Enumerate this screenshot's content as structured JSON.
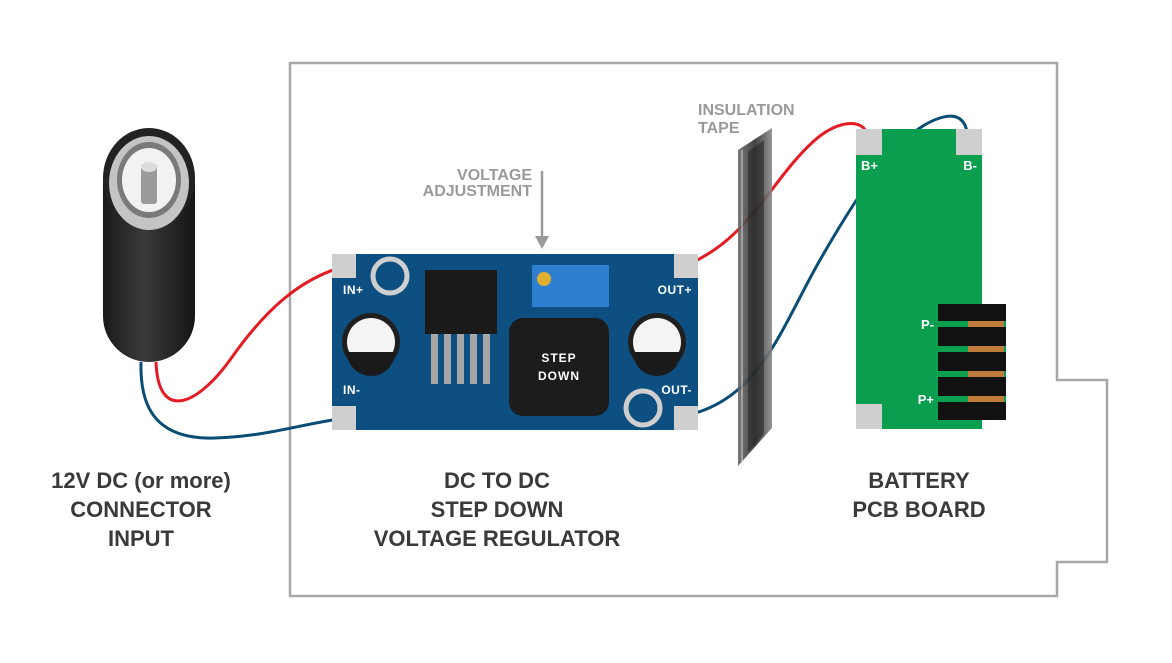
{
  "colors": {
    "pcb_blue": "#0d4f80",
    "pcb_green": "#0a9e4f",
    "wire_red": "#e31b23",
    "wire_blue": "#0a4d74",
    "enclosure": "#a8a8a8",
    "trimmer": "#2f7fd0",
    "pad": "#cfcfcf",
    "caption": "#3a3a3a",
    "annotation": "#9a9a9a"
  },
  "icons": {
    "connector": "dc-barrel-jack-icon",
    "regulator": "step-down-module-icon",
    "battery": "battery-protection-board-icon",
    "tape": "insulation-tape-icon"
  },
  "labels": {
    "connector": [
      "12V DC (or more)",
      "CONNECTOR",
      "INPUT"
    ],
    "regulator": [
      "DC TO DC",
      "STEP DOWN",
      "VOLTAGE REGULATOR"
    ],
    "battery": [
      "BATTERY",
      "PCB BOARD"
    ],
    "voltage_adjustment": [
      "VOLTAGE",
      "ADJUSTMENT"
    ],
    "insulation_tape": [
      "INSULATION",
      "TAPE"
    ]
  },
  "regulator_pins": {
    "in_plus": "IN+",
    "in_minus": "IN-",
    "out_plus": "OUT+",
    "out_minus": "OUT-"
  },
  "chip": [
    "STEP",
    "DOWN"
  ],
  "battery_pins": {
    "b_plus": "B+",
    "b_minus": "B-",
    "p_minus": "P-",
    "p_plus": "P+"
  },
  "connections": [
    {
      "from": "connector",
      "to": "regulator IN+",
      "color": "#e31b23"
    },
    {
      "from": "connector",
      "to": "regulator IN-",
      "color": "#0a4d74"
    },
    {
      "from": "regulator OUT+",
      "to": "battery B+",
      "color": "#e31b23"
    },
    {
      "from": "regulator OUT-",
      "to": "battery B-",
      "color": "#0a4d74"
    }
  ]
}
